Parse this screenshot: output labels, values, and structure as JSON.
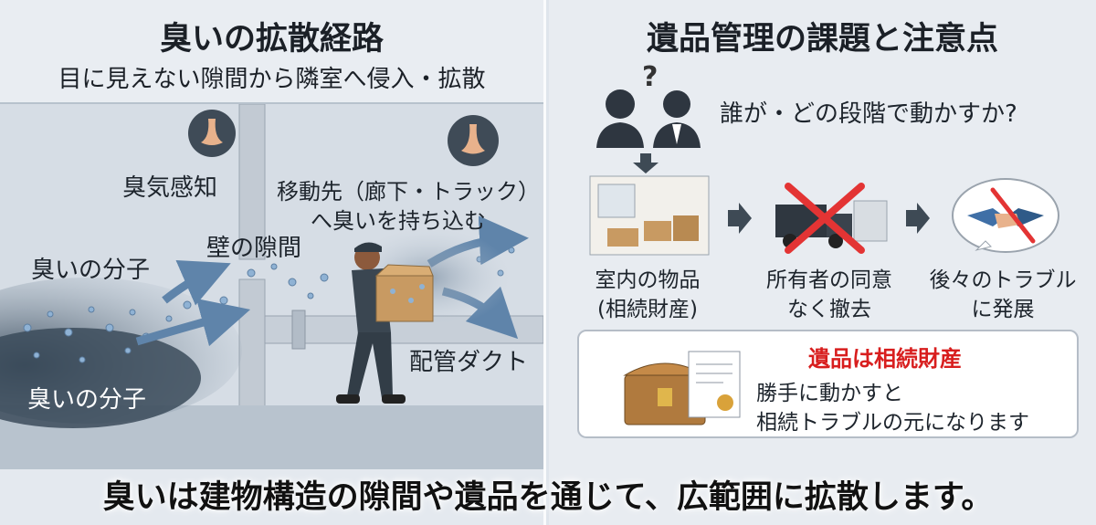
{
  "left": {
    "title": "臭いの拡散経路",
    "subtitle": "目に見えない隙間から隣室へ侵入・拡散",
    "labels": {
      "odor_detect": "臭気感知",
      "move_dest_1": "移動先（廊下・トラック）",
      "move_dest_2": "へ臭いを持ち込む",
      "wall_gap": "壁の隙間",
      "molecule_upper": "臭いの分子",
      "molecule_lower": "臭いの分子",
      "duct": "配管ダクト"
    }
  },
  "right": {
    "title": "遺品管理の課題と注意点",
    "question": "誰が・どの段階で動かすか?",
    "qmark": "?",
    "steps": [
      {
        "line1": "室内の物品",
        "line2": "(相続財産)"
      },
      {
        "line1": "所有者の同意",
        "line2": "なく撤去"
      },
      {
        "line1": "後々のトラブル",
        "line2": "に発展"
      }
    ],
    "note": {
      "title": "遺品は相続財産",
      "line1": "勝手に動かすと",
      "line2": "相続トラブルの元になります"
    }
  },
  "bottom": {
    "text": "臭いは建物構造の隙間や遺品を通じて、広範囲に拡散します。"
  },
  "colors": {
    "accent_red": "#d81e1e",
    "arrow_blue": "#5f84aa",
    "dark_slate": "#3e4a55"
  }
}
